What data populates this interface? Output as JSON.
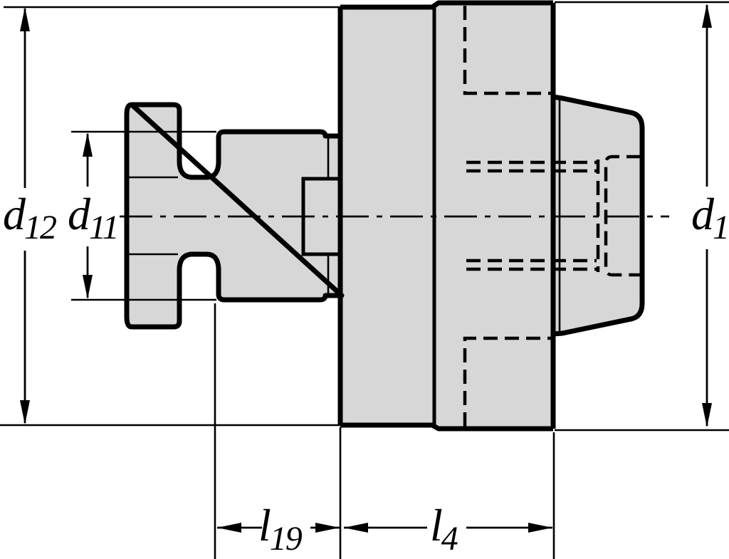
{
  "drawing": {
    "labels": {
      "d12": {
        "base": "d",
        "sub": "12"
      },
      "d11": {
        "base": "d",
        "sub": "11"
      },
      "d1": {
        "base": "d",
        "sub": "1"
      },
      "l19": {
        "base": "l",
        "sub": "19"
      },
      "l4": {
        "base": "l",
        "sub": "4"
      }
    },
    "colors": {
      "part_fill": "#d7d7d7",
      "line": "#000000",
      "background": "#ffffff"
    }
  }
}
